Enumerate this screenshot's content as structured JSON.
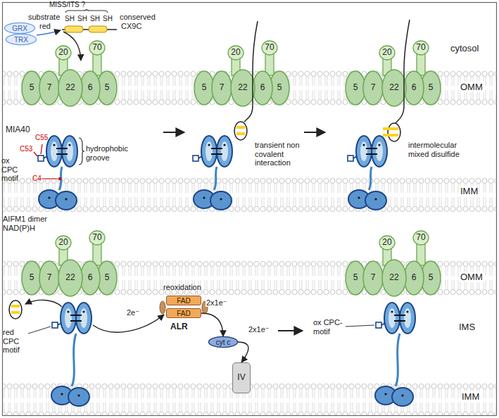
{
  "diagram": {
    "nodes": [
      {
        "text": [
          "GRX"
        ]
      },
      {
        "text": [
          "TRX"
        ]
      },
      {
        "text": [
          "FAD"
        ]
      },
      {
        "text": [
          "FAD"
        ]
      },
      {
        "text": [
          "cyt c"
        ]
      },
      {
        "text": [
          "IV"
        ]
      }
    ],
    "edges": [
      {
        "from": 3,
        "to": 4,
        "arrow": "to",
        "label": "2x1e⁻"
      },
      {
        "from": 4,
        "to": 5,
        "arrow": "to",
        "label": "2x1e⁻"
      }
    ],
    "labels": [
      "MISS/ITS ?",
      "substrate",
      "red",
      "SH",
      "SH",
      "SH",
      "SH",
      "conserved",
      "CX9C",
      "cytosol",
      "20",
      "70",
      "5",
      "7",
      "22",
      "6",
      "5",
      "20",
      "70",
      "5",
      "7",
      "22",
      "6",
      "5",
      "20",
      "70",
      "5",
      "7",
      "22",
      "6",
      "5",
      "OMM",
      "MIA40",
      "ox CPC motif",
      "C53",
      "C55",
      "C4",
      "hydrophobic groove",
      "transient non covalent interaction",
      "intermolecular mixed disulfide",
      "IMM",
      "AIFM1 dimer",
      "NAD(P)H",
      "20",
      "70",
      "5",
      "7",
      "22",
      "6",
      "5",
      "20",
      "70",
      "5",
      "7",
      "22",
      "6",
      "5",
      "OMM",
      "red CPC motif",
      "reoxidation",
      "2e⁻",
      "ALR",
      "IMS",
      "ox CPC-motif",
      "IMM"
    ]
  }
}
